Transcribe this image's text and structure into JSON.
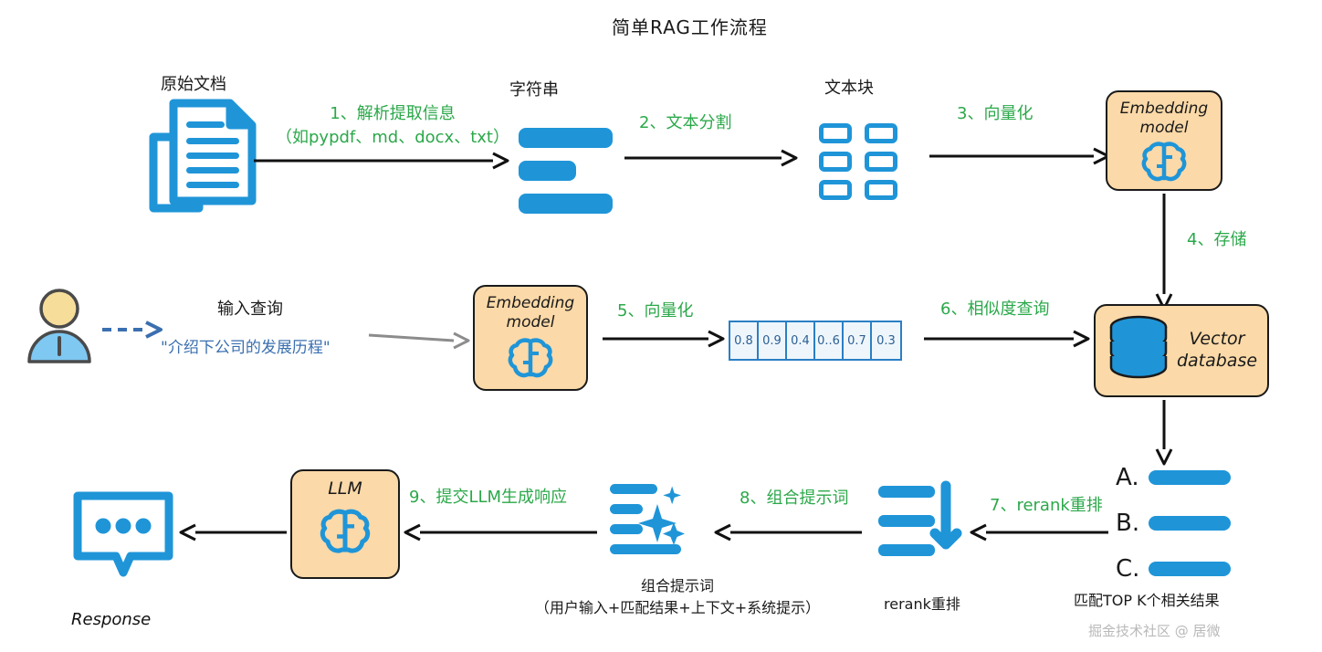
{
  "title": "简单RAG工作流程",
  "colors": {
    "blue": "#1f95d8",
    "green": "#2ba84a",
    "orange_fill": "#fbd9a8",
    "outline": "#1a1a1a",
    "query_blue": "#3a6fb0"
  },
  "nodes": {
    "documents_label": "原始文档",
    "string_label": "字符串",
    "chunks_label": "文本块",
    "embedding_model_line1": "Embedding",
    "embedding_model_line2": "model",
    "vector_db_line1": "Vector",
    "vector_db_line2": "database",
    "llm_label": "LLM",
    "response_label": "Response",
    "input_query_label": "输入查询",
    "user_query_text": "\"介绍下公司的发展历程\"",
    "prompt_caption_line1": "组合提示词",
    "prompt_caption_line2": "（用户输入+匹配结果+上下文+系统提示）",
    "rerank_caption": "rerank重排",
    "topk_caption": "匹配TOP K个相关结果"
  },
  "steps": [
    {
      "id": 1,
      "line1": "1、解析提取信息",
      "line2": "（如pypdf、md、docx、txt）"
    },
    {
      "id": 2,
      "line1": "2、文本分割",
      "line2": ""
    },
    {
      "id": 3,
      "line1": "3、向量化",
      "line2": ""
    },
    {
      "id": 4,
      "line1": "4、存储",
      "line2": ""
    },
    {
      "id": 5,
      "line1": "5、向量化",
      "line2": ""
    },
    {
      "id": 6,
      "line1": "6、相似度查询",
      "line2": ""
    },
    {
      "id": 7,
      "line1": "7、rerank重排",
      "line2": ""
    },
    {
      "id": 8,
      "line1": "8、组合提示词",
      "line2": ""
    },
    {
      "id": 9,
      "line1": "9、提交LLM生成响应",
      "line2": ""
    }
  ],
  "vector": {
    "values": [
      "0.8",
      "0.9",
      "0.4",
      "0..6",
      "0.7",
      "0.3"
    ]
  },
  "results": {
    "items": [
      "A.",
      "B.",
      "C."
    ]
  },
  "watermark": "掘金技术社区 @ 居微"
}
